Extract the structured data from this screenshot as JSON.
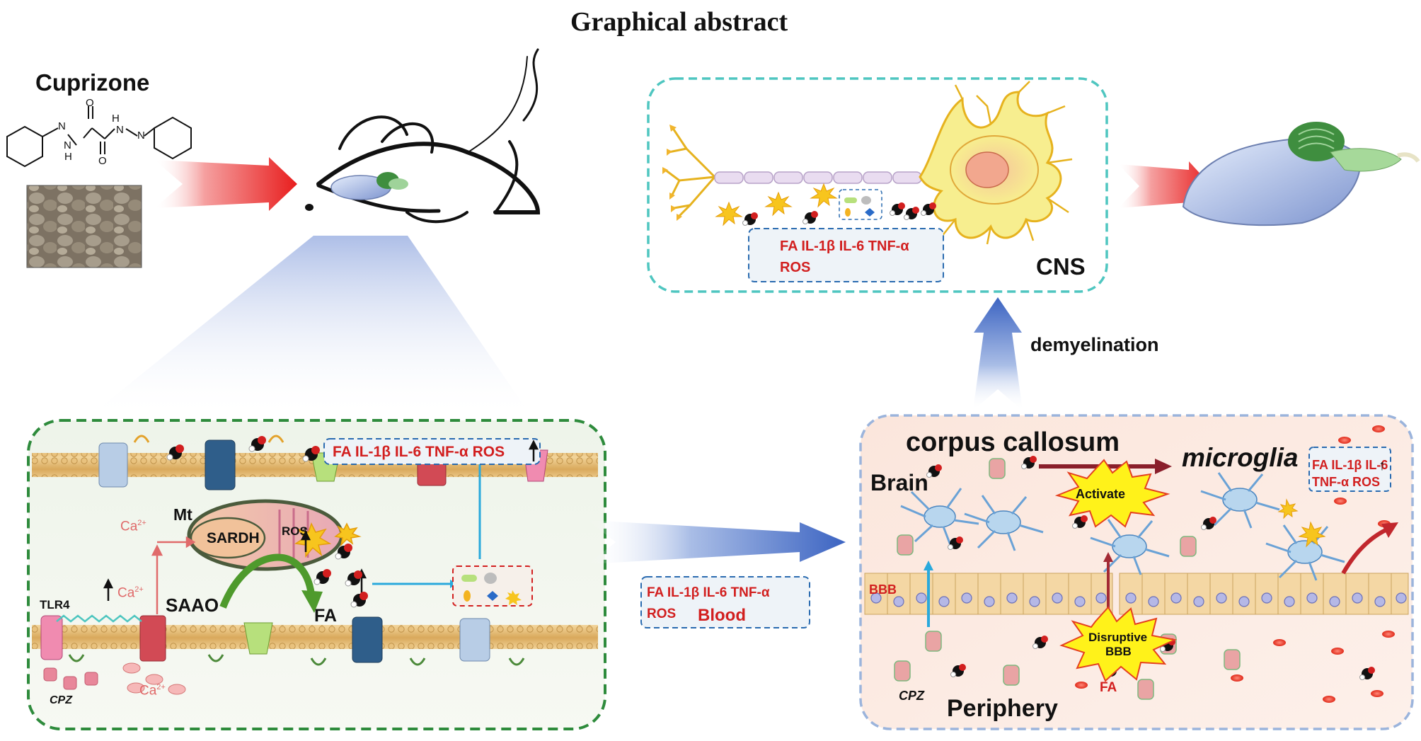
{
  "title": "Graphical abstract",
  "drug": {
    "name": "Cuprizone",
    "structure_atoms": {
      "n1": "N",
      "n2": "N",
      "h1": "H",
      "o1": "O",
      "o2": "O",
      "h2": "H",
      "n3": "N",
      "n4": "N"
    }
  },
  "cell_panel": {
    "cytokines": "FA IL-1β IL-6 TNF-α ROS",
    "mt": "Mt",
    "sardh": "SARDH",
    "ros": "ROS",
    "ca_top": "Ca",
    "ca_mid": "Ca",
    "ca_bottom": "Ca",
    "ca_charge": "2+",
    "saao": "SAAO",
    "fa": "FA",
    "tlr4": "TLR4",
    "cpz": "CPZ"
  },
  "blood_box": {
    "line1": "FA IL-1β IL-6 TNF-α",
    "line2a": "ROS",
    "line2b": "Blood"
  },
  "cns_panel": {
    "cytokines_line1": "FA IL-1β IL-6  TNF-α",
    "cytokines_line2": "ROS",
    "label": "CNS"
  },
  "demyelination": "demyelination",
  "brain_panel": {
    "corpus_callosum": "corpus callosum",
    "microglia": "microglia",
    "brain": "Brain",
    "activate": "Activate",
    "cytokines_line1": "FA IL-1β IL-6",
    "cytokines_line2": "TNF-α ROS",
    "bbb": "BBB",
    "disruptive_line1": "Disruptive",
    "disruptive_line2": "BBB",
    "fa": "FA",
    "cpz": "CPZ",
    "periphery": "Periphery"
  },
  "colors": {
    "green_dash": "#2e8b3c",
    "cyan_dash": "#4fc6c0",
    "blue_dash": "#9bb4dc",
    "red_text": "#d21f1f",
    "arrow_red": "#e81e1e",
    "arrow_blue": "#4a72c8",
    "membrane": "#d9b77a"
  }
}
